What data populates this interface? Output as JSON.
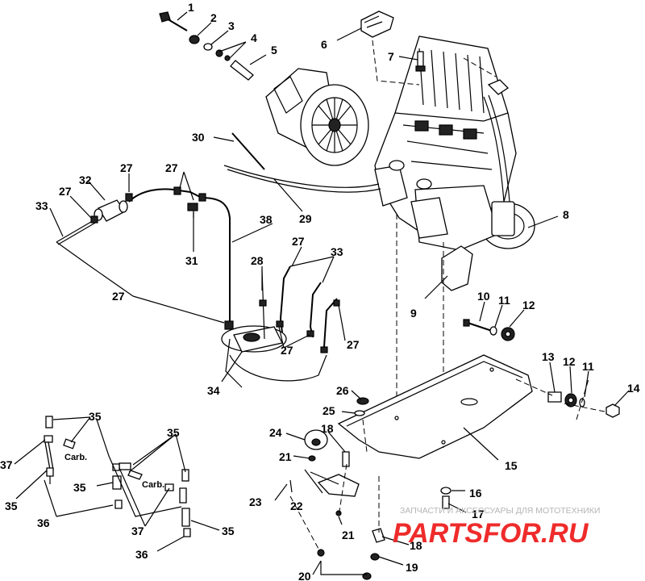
{
  "callouts": {
    "c1": "1",
    "c2": "2",
    "c3": "3",
    "c4": "4",
    "c5": "5",
    "c6": "6",
    "c7": "7",
    "c8": "8",
    "c9": "9",
    "c10": "10",
    "c11": "11",
    "c12": "12",
    "c13": "13",
    "c14": "14",
    "c15": "15",
    "c16": "16",
    "c17": "17",
    "c18": "18",
    "c19": "19",
    "c20": "20",
    "c21": "21",
    "c22": "22",
    "c23": "23",
    "c24": "24",
    "c25": "25",
    "c26": "26",
    "c27": "27",
    "c28": "28",
    "c29": "29",
    "c30": "30",
    "c31": "31",
    "c32": "32",
    "c33": "33",
    "c34": "34",
    "c35": "35",
    "c36": "36",
    "c37": "37",
    "c38": "38"
  },
  "carb_label": "Carb.",
  "watermark": {
    "tagline": "ЗАПЧАСТИ И АКСЕССУАРЫ ДЛЯ МОТОТЕХНИКИ",
    "logo_text": "PARTSFOR.RU",
    "logo_colors": {
      "primary": "#ef2b2b",
      "secondary": "#9aa0a6"
    }
  }
}
